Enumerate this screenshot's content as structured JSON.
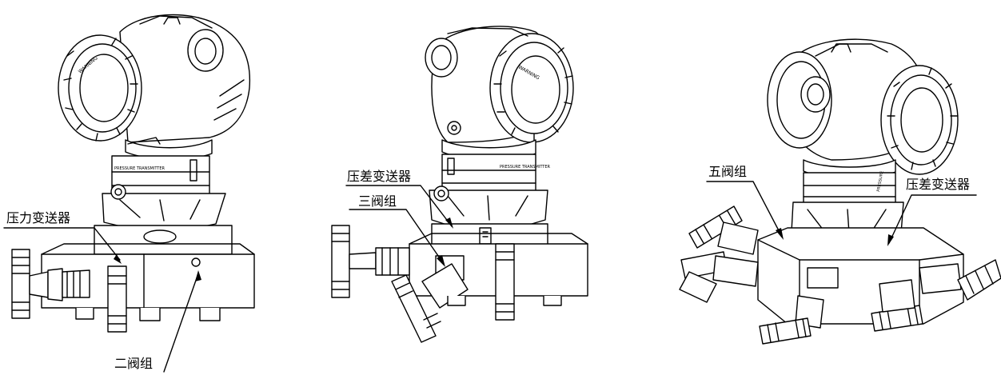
{
  "labels": {
    "pressure_transmitter": "压力变送器",
    "two_valve_manifold": "二阀组",
    "dp_transmitter_1": "压差变送器",
    "three_valve_manifold": "三阀组",
    "five_valve_manifold": "五阀组",
    "dp_transmitter_2": "压差变送器"
  },
  "colors": {
    "line": "#000000",
    "background": "#ffffff"
  }
}
